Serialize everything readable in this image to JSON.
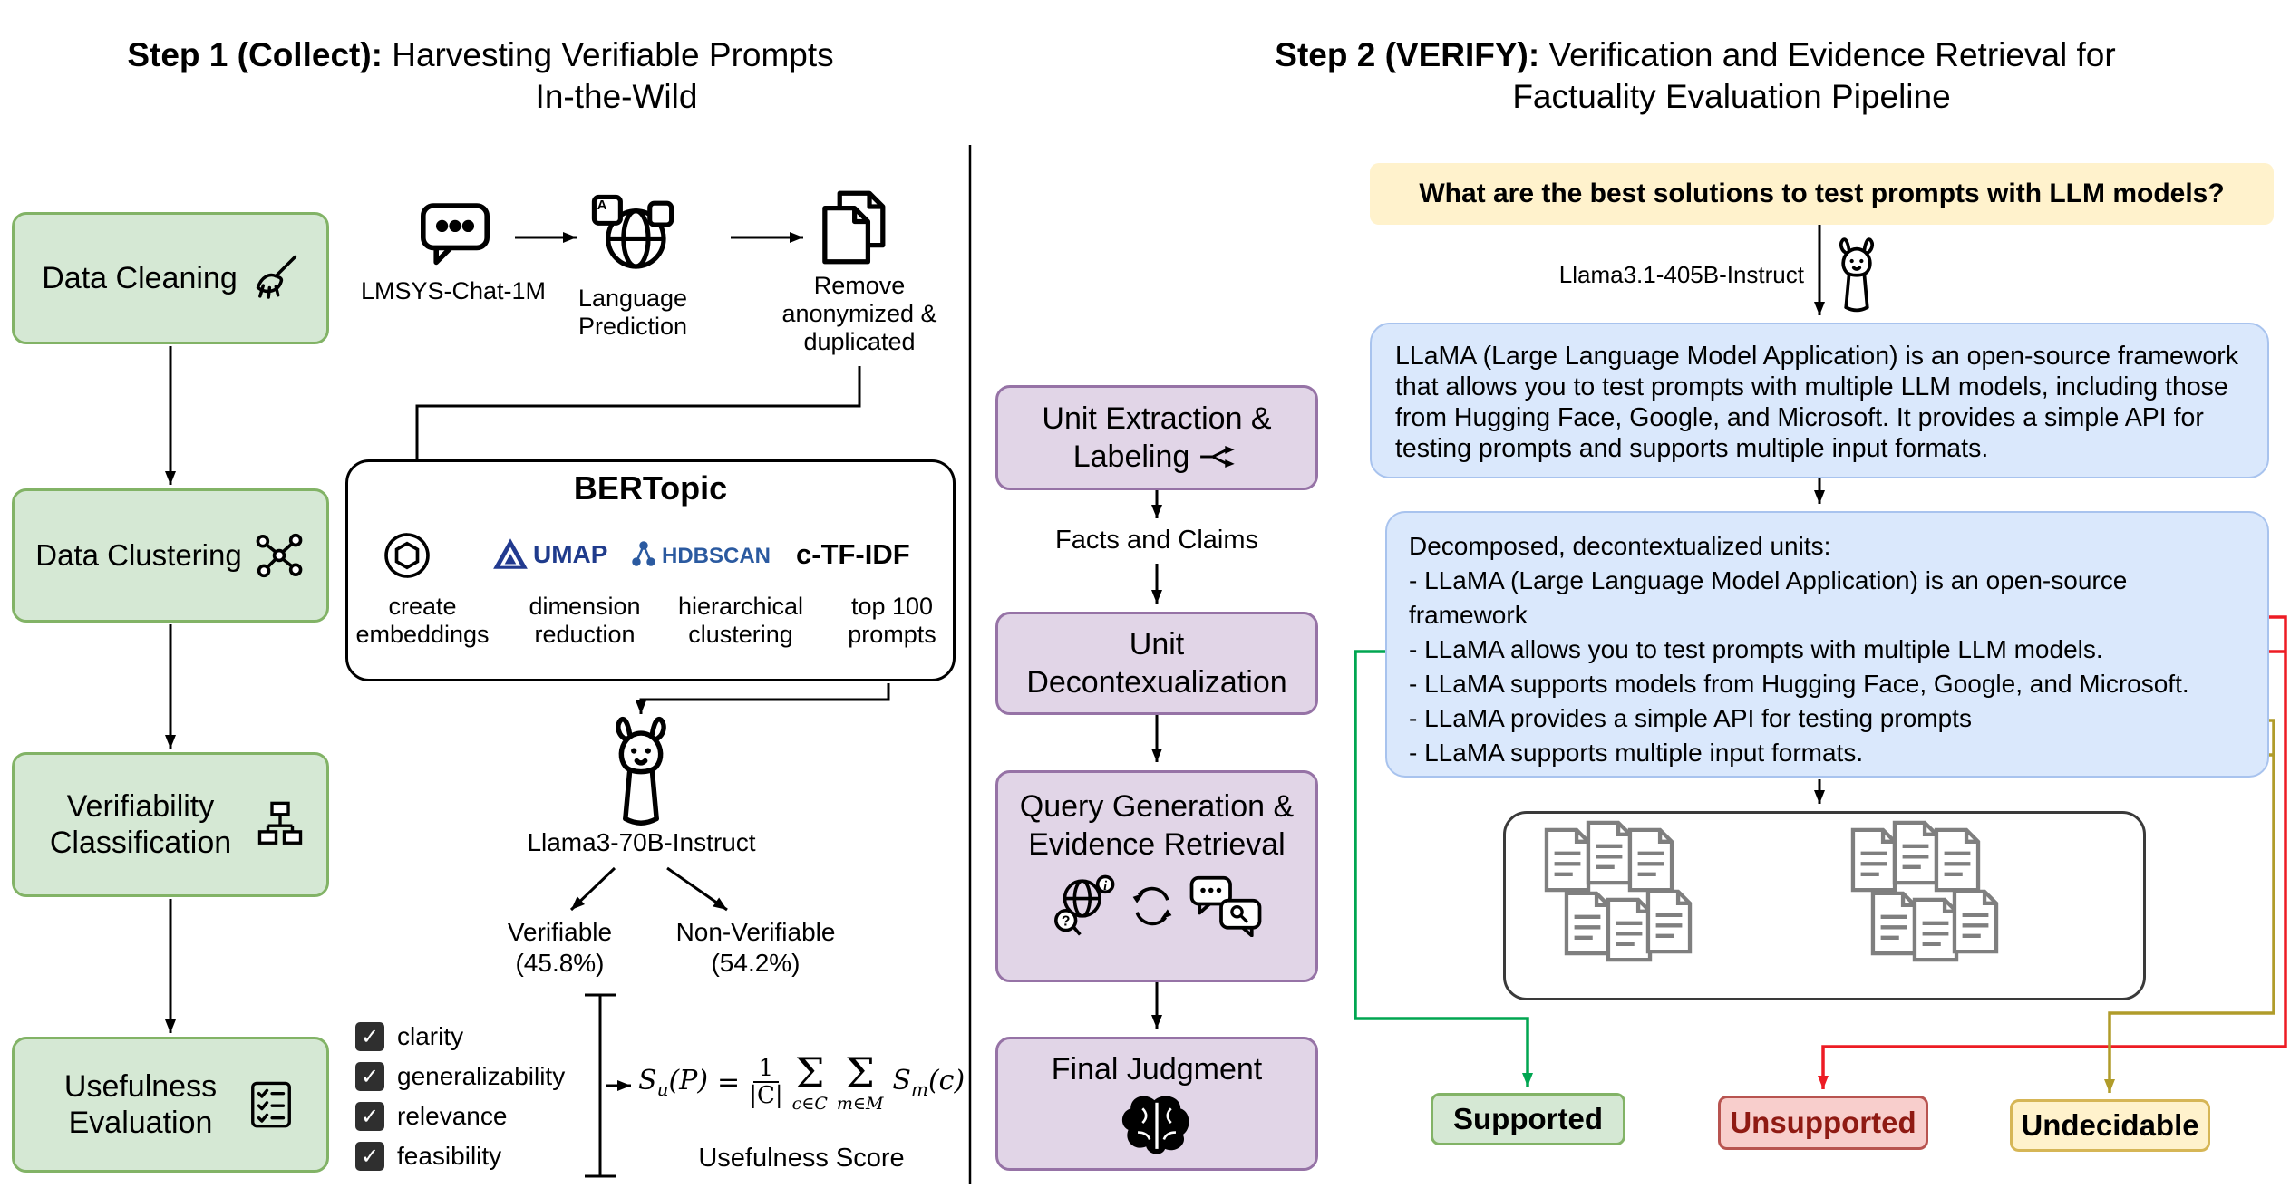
{
  "colors": {
    "stage_green_fill": "#d5e8d4",
    "stage_green_stroke": "#82b366",
    "stage_purple_fill": "#e1d5e7",
    "stage_purple_stroke": "#9673a6",
    "blue_fill": "#dae8fc",
    "yellow_fill": "#fff2cc",
    "yellow_stroke": "#d6b656",
    "red_fill": "#f8cecc",
    "red_stroke": "#b85450",
    "line_supported": "#00a651",
    "line_unsupported": "#ed1c24",
    "line_undecidable": "#b09c2a"
  },
  "icons": {
    "check": "✓",
    "lang_badge": "A",
    "info_badge": "i",
    "question_badge": "?"
  },
  "step1": {
    "title_bold": "Step 1 (Collect):",
    "title_rest": " Harvesting Verifiable Prompts",
    "title_line2": "In-the-Wild",
    "stages": [
      {
        "label": "Data Cleaning"
      },
      {
        "label": "Data Clustering"
      },
      {
        "label": "Verifiability Classification"
      },
      {
        "label": "Usefulness Evaluation"
      }
    ],
    "collect_row": {
      "source_label": "LMSYS-Chat-1M",
      "language_label": "Language Prediction",
      "dedup_label": "Remove anonymized & duplicated"
    },
    "bertopic": {
      "title": "BERTopic",
      "steps": [
        {
          "logo_text": "",
          "label_line1": "create",
          "label_line2": "embeddings"
        },
        {
          "logo_text": "UMAP",
          "label_line1": "dimension",
          "label_line2": "reduction"
        },
        {
          "logo_text": "HDBSCAN",
          "label_line1": "hierarchical",
          "label_line2": "clustering"
        },
        {
          "logo_text": "c-TF-IDF",
          "label_line1": "top 100",
          "label_line2": "prompts"
        }
      ]
    },
    "llama_model": "Llama3-70B-Instruct",
    "verifiable_line1": "Verifiable",
    "verifiable_line2": "(45.8%)",
    "non_verifiable_line1": "Non-Verifiable",
    "non_verifiable_line2": "(54.2%)",
    "criteria": [
      "clarity",
      "generalizability",
      "relevance",
      "feasibility"
    ],
    "formula": {
      "lhs_s": "S",
      "lhs_sub": "u",
      "lhs_arg": "(P)",
      "eq": "=",
      "frac_num": "1",
      "frac_den": "|C|",
      "sigma1": "Σ",
      "sigma1_sub": "c∈C",
      "sigma2": "Σ",
      "sigma2_sub": "m∈M",
      "rhs_s": "S",
      "rhs_sub": "m",
      "rhs_arg": "(c)"
    },
    "formula_label": "Usefulness Score"
  },
  "step2": {
    "title_bold": "Step 2 (VERIFY):",
    "title_rest": " Verification and Evidence Retrieval for",
    "title_line2": "Factuality Evaluation Pipeline",
    "stages": [
      {
        "line1": "Unit Extraction &",
        "line2": "Labeling"
      },
      {
        "line1": "Unit",
        "line2": "Decontexualization"
      },
      {
        "line1": "Query Generation &",
        "line2": "Evidence Retrieval"
      },
      {
        "line1": "Final Judgment",
        "line2": ""
      }
    ],
    "facts_label": "Facts and Claims",
    "question": "What are the best solutions to test prompts with LLM models?",
    "model_label": "Llama3.1-405B-Instruct",
    "response": "LLaMA (Large Language Model Application) is an open-source framework that allows you to test prompts with multiple LLM models, including those from Hugging Face, Google, and Microsoft. It provides a simple API for testing prompts and supports multiple input formats.",
    "decomposed_title": "Decomposed, decontextualized units:",
    "decomposed_lines": [
      "- LLaMA (Large Language Model Application) is an open-source",
      "framework",
      "- LLaMA allows you to test prompts with multiple LLM models.",
      "- LLaMA supports models from Hugging Face, Google, and Microsoft.",
      "- LLaMA provides a simple API for testing prompts",
      "- LLaMA supports multiple input formats."
    ],
    "outcomes": [
      {
        "label": "Supported"
      },
      {
        "label": "Unsupported"
      },
      {
        "label": "Undecidable"
      }
    ]
  }
}
